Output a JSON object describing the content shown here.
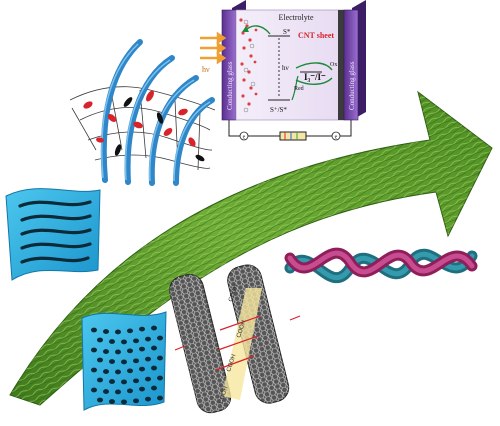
{
  "cell": {
    "electrolyte": "Electrolyte",
    "cnt_sheet": "CNT sheet",
    "left_glass": "Conducting glass",
    "right_glass": "Conducting glass",
    "s_excited": "S*",
    "s_ground": "S⁺/S*",
    "redox": "I₃⁻/I⁻",
    "red": "Red",
    "ox": "Ox",
    "hv_left": "hν",
    "hv_mid": "hν",
    "e_left": "e",
    "e_right": "e",
    "input_label": "hν"
  },
  "cnt": {
    "link_labels": [
      "COOH",
      "COOH",
      "COOH",
      "COOH"
    ]
  },
  "colors": {
    "arrow_green": "#5a9a2a",
    "fiber_blue": "#2f86c8",
    "fiber_red": "#d8232a",
    "fabric_cyan": "#29b6e6",
    "cell_purple": "#7b4db5",
    "helix_magenta": "#c0307a",
    "helix_teal": "#2a8a9a"
  }
}
